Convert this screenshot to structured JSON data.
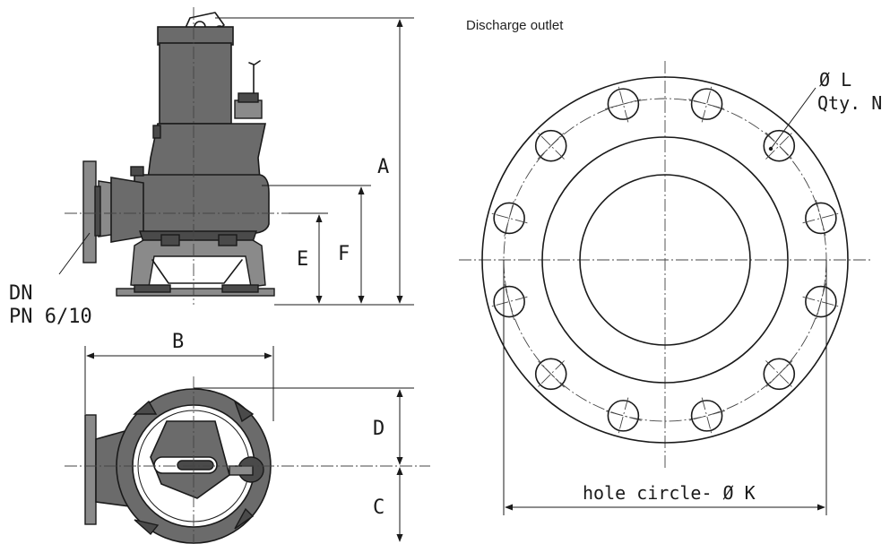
{
  "title": "Discharge outlet",
  "labels": {
    "a": "A",
    "b": "B",
    "c": "C",
    "d": "D",
    "e": "E",
    "f": "F",
    "dn": "DN",
    "pn": "PN 6/10",
    "hole_dia": "Ø L",
    "hole_qty": "Qty. N",
    "hole_circle": "hole circle- Ø K"
  },
  "flange": {
    "bolt_holes": 12
  }
}
